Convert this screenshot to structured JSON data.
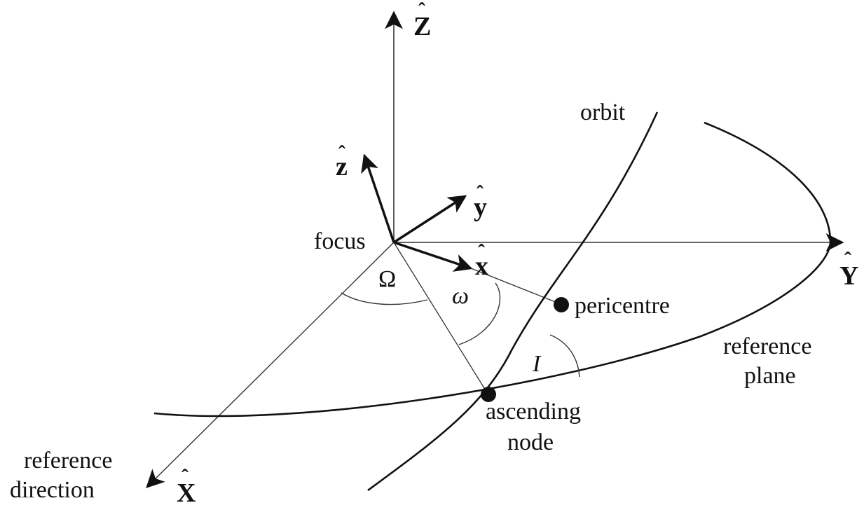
{
  "diagram": {
    "axes": {
      "Z": "Z",
      "Y": "Y",
      "X": "X"
    },
    "body_axes": {
      "z": "z",
      "y": "y",
      "x": "x"
    },
    "hat_symbol": "ˆ",
    "labels": {
      "orbit": "orbit",
      "focus": "focus",
      "pericentre": "pericentre",
      "reference_plane_line1": "reference",
      "reference_plane_line2": "plane",
      "ascending_node_line1": "ascending",
      "ascending_node_line2": "node",
      "reference_direction_line1": "reference",
      "reference_direction_line2": "direction"
    },
    "angles": {
      "Omega": "Ω",
      "omega": "ω",
      "inclination": "I"
    }
  }
}
